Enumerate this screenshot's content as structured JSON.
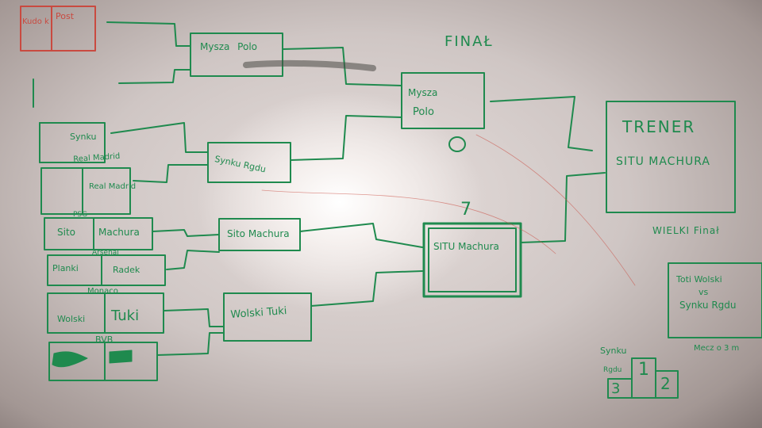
{
  "colors": {
    "marker_green": "#1f8a4e",
    "marker_red": "#c94a40",
    "board": "#e6dedc"
  },
  "legend_box": {
    "left": "Kudo k",
    "right": "Post"
  },
  "round1": [
    {
      "left": "Synku",
      "right": ""
    },
    {
      "left": "Real Madrid",
      "right": ""
    },
    {
      "left": "Sito",
      "right": "Machura"
    },
    {
      "left": "Planki",
      "right": "Radek"
    },
    {
      "left": "Wolski",
      "right": "Tuki"
    },
    {
      "left": "",
      "right": ""
    }
  ],
  "round1_captions": {
    "real_madrid": "Real Madrid",
    "psg": "PSG",
    "arsenal": "Arsenal",
    "monaco": "Monaco",
    "bvb": "BVB"
  },
  "round2": [
    {
      "text": "Mysza   Polo"
    },
    {
      "text": "Synku Rgdu"
    },
    {
      "text": "Sito  Machura"
    },
    {
      "text": "Wolski  Tuki"
    }
  ],
  "semi_top": {
    "line1": "Mysza",
    "line2": "Polo"
  },
  "semi_bottom": {
    "text": "SITU Machura"
  },
  "scores": {
    "top": "0",
    "bottom": "7"
  },
  "final_label": "FINAŁ",
  "champion": {
    "line1": "TRENER",
    "line2": "SITU MACHURA"
  },
  "big_final_label": "WIELKI Finał",
  "third_place": {
    "line1": "Toti Wolski",
    "line2": "vs",
    "line3": "Synku Rgdu",
    "caption": "Mecz o 3 m"
  },
  "podium": {
    "top_name": "Synku",
    "left_name": "Rgdu",
    "first": "1",
    "second": "2",
    "third": "3"
  }
}
